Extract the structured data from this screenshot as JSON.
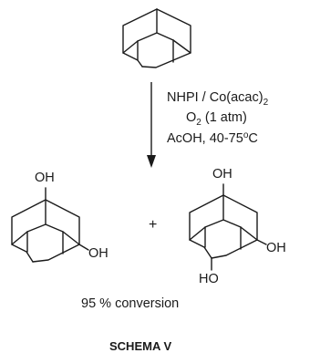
{
  "conditions": {
    "line1_main": "NHPI / Co(acac)",
    "line1_sub": "2",
    "line2_pre": "O",
    "line2_sub": "2",
    "line2_post": " (1 atm)",
    "line3_pre": "AcOH, 40-75",
    "line3_sup": "o",
    "line3_post": "C"
  },
  "products": {
    "diol": {
      "oh_top": "OH",
      "oh_right": "OH"
    },
    "plus": "+",
    "triol": {
      "oh_top": "OH",
      "oh_right": "OH",
      "ho_bottom": "HO"
    }
  },
  "conversion": "95 % conversion",
  "scheme_label": "SCHEMA V"
}
